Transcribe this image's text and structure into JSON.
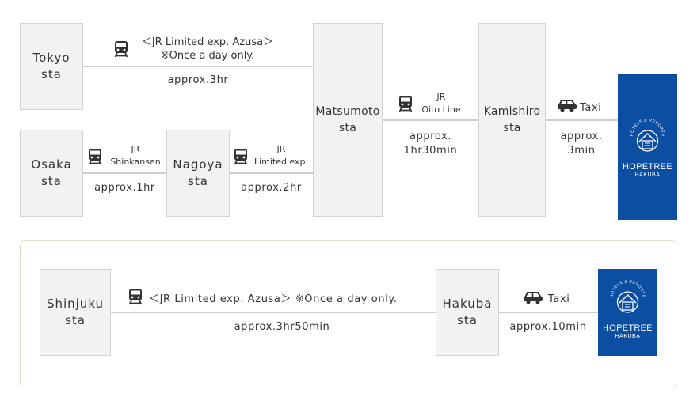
{
  "top": {
    "stations": {
      "tokyo": [
        "Tokyo",
        "sta"
      ],
      "osaka": [
        "Osaka",
        "sta"
      ],
      "nagoya": [
        "Nagoya",
        "sta"
      ],
      "matsumoto": [
        "Matsumoto",
        "sta"
      ],
      "kamishiro": [
        "Kamishiro",
        "sta"
      ]
    },
    "tokyo_matsumoto": {
      "line1": "＜JR Limited exp. Azusa＞",
      "line2": "※Once a day only.",
      "time": "approx.3hr"
    },
    "osaka_nagoya": {
      "line1": "JR",
      "line2": "Shinkansen",
      "time": "approx.1hr"
    },
    "nagoya_matsumoto": {
      "line1": "JR",
      "line2": "Limited exp.",
      "time": "approx.2hr"
    },
    "matsumoto_kamishiro": {
      "line1": "JR",
      "line2": "Oito Line",
      "time1": "approx.",
      "time2": "1hr30min"
    },
    "kamishiro_hotel": {
      "mode": "Taxi",
      "time1": "approx.",
      "time2": "3min"
    }
  },
  "bottom": {
    "stations": {
      "shinjuku": [
        "Shinjuku",
        "sta"
      ],
      "hakuba": [
        "Hakuba",
        "sta"
      ]
    },
    "shinjuku_hakuba": {
      "route": "＜JR Limited exp. Azusa＞ ※Once a day only.",
      "time": "approx.3hr50min"
    },
    "hakuba_hotel": {
      "mode": "Taxi",
      "time": "approx.10min"
    }
  },
  "logo": {
    "arc": "HOTELS & RESORTS",
    "name": "HOPETREE",
    "sub": "HAKUBA"
  },
  "colors": {
    "logo_bg": "#0b4ea2",
    "station_bg": "#f2f2f2",
    "line": "#cfcfcf",
    "panel_border": "#e6ddc8"
  },
  "icons": {
    "train": "train-icon",
    "taxi": "taxi-icon"
  }
}
